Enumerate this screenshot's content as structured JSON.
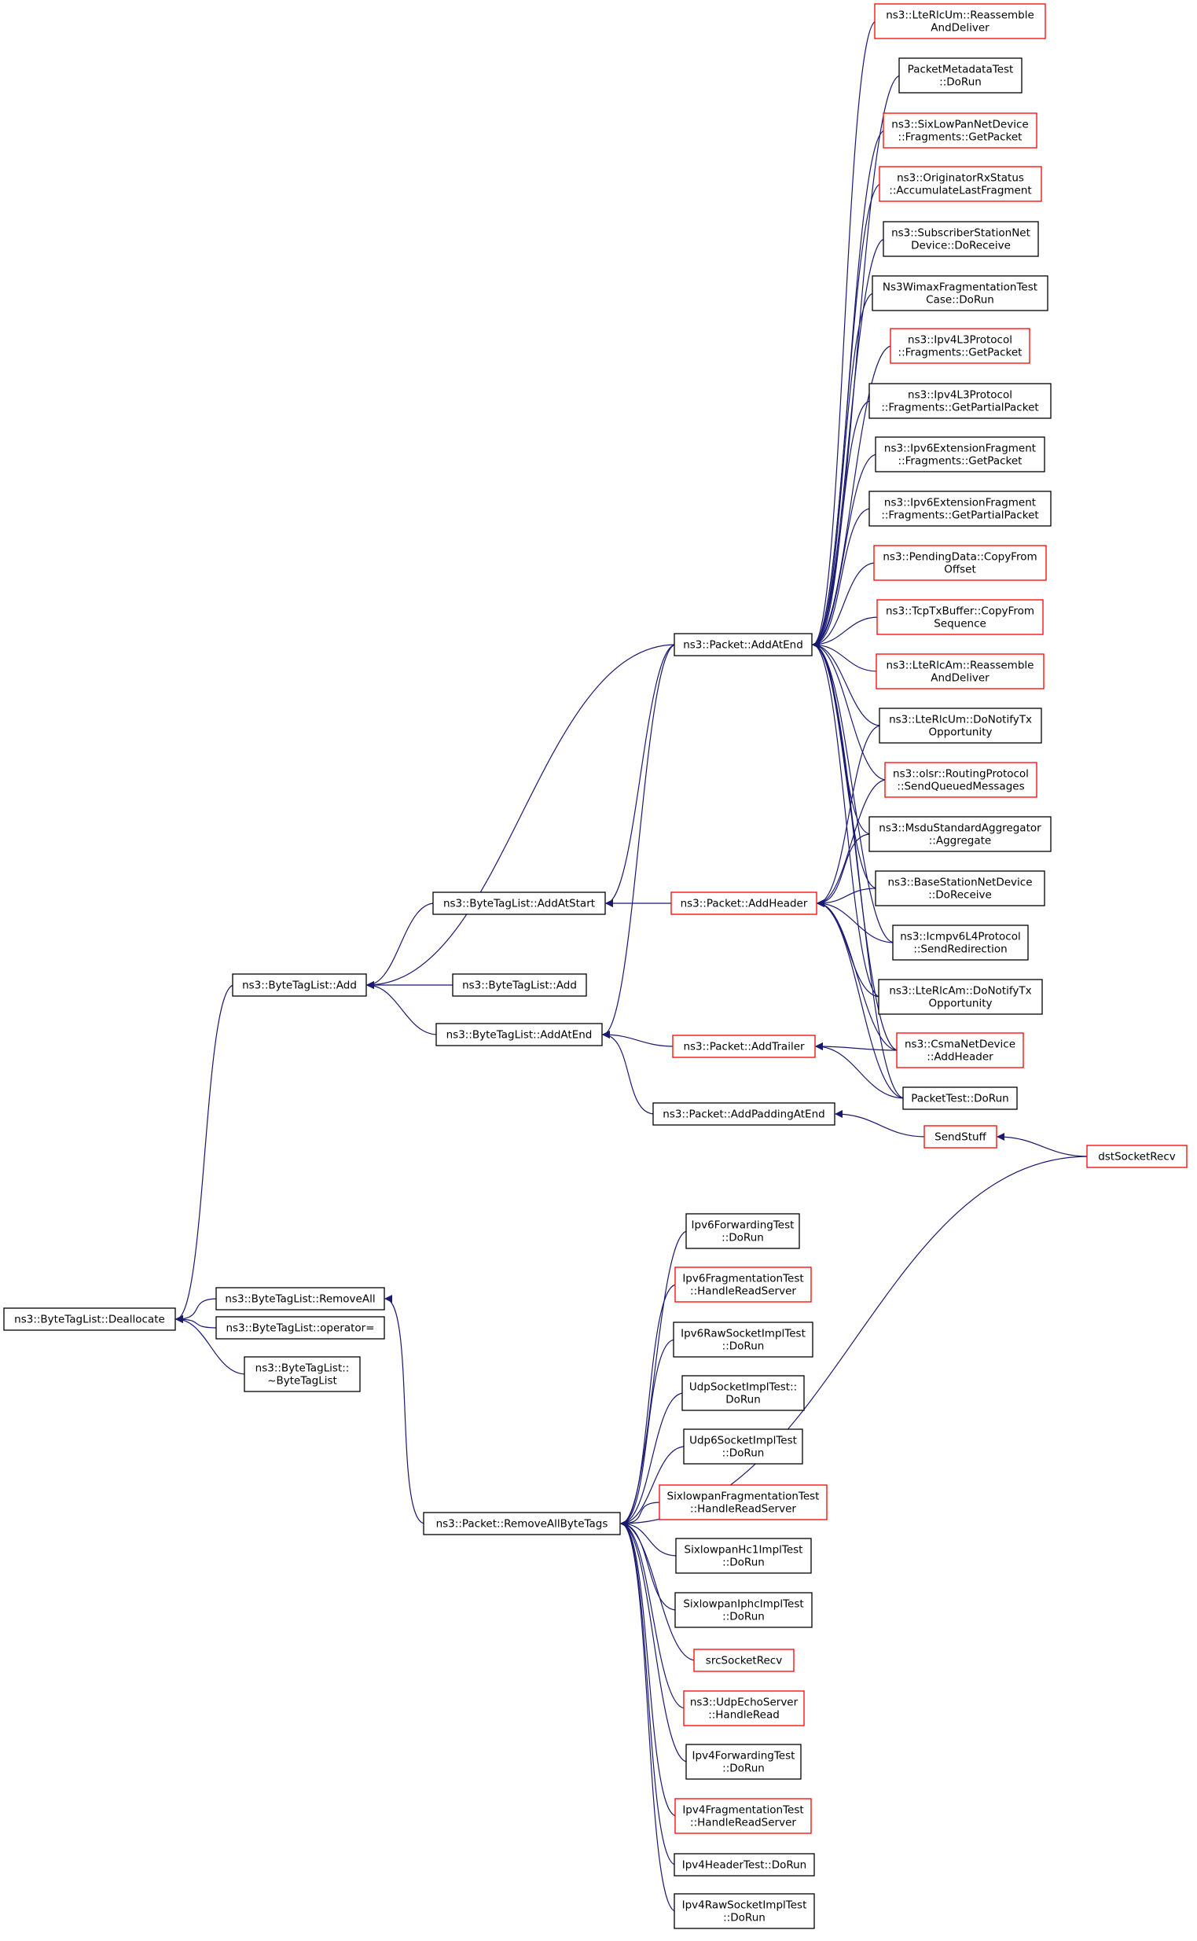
{
  "colors": {
    "edge": "#191970",
    "border_normal": "#000000",
    "border_truncated": "#ff0000",
    "root_fill": "#bfbfbf"
  },
  "nodes": {
    "root": {
      "lines": [
        "ns3::ByteTagList::Deallocate"
      ],
      "style": "root"
    },
    "btl_add": {
      "lines": [
        "ns3::ByteTagList::Add"
      ],
      "style": "normal"
    },
    "btl_removeall": {
      "lines": [
        "ns3::ByteTagList::RemoveAll"
      ],
      "style": "normal"
    },
    "btl_operator": {
      "lines": [
        "ns3::ByteTagList::operator="
      ],
      "style": "normal"
    },
    "btl_dtor": {
      "lines": [
        "ns3::ByteTagList::",
        "~ByteTagList"
      ],
      "style": "normal"
    },
    "btl_addatstart": {
      "lines": [
        "ns3::ByteTagList::AddAtStart"
      ],
      "style": "normal"
    },
    "btl_add2": {
      "lines": [
        "ns3::ByteTagList::Add"
      ],
      "style": "normal"
    },
    "btl_addatend": {
      "lines": [
        "ns3::ByteTagList::AddAtEnd"
      ],
      "style": "normal"
    },
    "pkt_removeallbytetags": {
      "lines": [
        "ns3::Packet::RemoveAllByteTags"
      ],
      "style": "normal"
    },
    "pkt_addatend": {
      "lines": [
        "ns3::Packet::AddAtEnd"
      ],
      "style": "normal"
    },
    "pkt_addheader": {
      "lines": [
        "ns3::Packet::AddHeader"
      ],
      "style": "truncated"
    },
    "pkt_addtrailer": {
      "lines": [
        "ns3::Packet::AddTrailer"
      ],
      "style": "truncated"
    },
    "pkt_addpaddingatend": {
      "lines": [
        "ns3::Packet::AddPaddingAtEnd"
      ],
      "style": "normal"
    },
    "sendstuff": {
      "lines": [
        "SendStuff"
      ],
      "style": "truncated"
    },
    "dstsocketrecv": {
      "lines": [
        "dstSocketRecv"
      ],
      "style": "truncated"
    },
    "lterlcum_reassemble": {
      "lines": [
        "ns3::LteRlcUm::Reassemble",
        "AndDeliver"
      ],
      "style": "truncated"
    },
    "packetmetadatatest": {
      "lines": [
        "PacketMetadataTest",
        "::DoRun"
      ],
      "style": "normal"
    },
    "sixlowpan_getpacket": {
      "lines": [
        "ns3::SixLowPanNetDevice",
        "::Fragments::GetPacket"
      ],
      "style": "truncated"
    },
    "originator": {
      "lines": [
        "ns3::OriginatorRxStatus",
        "::AccumulateLastFragment"
      ],
      "style": "truncated"
    },
    "subscriber": {
      "lines": [
        "ns3::SubscriberStationNet",
        "Device::DoReceive"
      ],
      "style": "normal"
    },
    "wimaxfrag": {
      "lines": [
        "Ns3WimaxFragmentationTest",
        "Case::DoRun"
      ],
      "style": "normal"
    },
    "ipv4l3_getpacket": {
      "lines": [
        "ns3::Ipv4L3Protocol",
        "::Fragments::GetPacket"
      ],
      "style": "truncated"
    },
    "ipv4l3_getpartial": {
      "lines": [
        "ns3::Ipv4L3Protocol",
        "::Fragments::GetPartialPacket"
      ],
      "style": "normal"
    },
    "ipv6ext_getpacket": {
      "lines": [
        "ns3::Ipv6ExtensionFragment",
        "::Fragments::GetPacket"
      ],
      "style": "normal"
    },
    "ipv6ext_getpartial": {
      "lines": [
        "ns3::Ipv6ExtensionFragment",
        "::Fragments::GetPartialPacket"
      ],
      "style": "normal"
    },
    "pendingdata": {
      "lines": [
        "ns3::PendingData::CopyFrom",
        "Offset"
      ],
      "style": "truncated"
    },
    "tcptxbuffer": {
      "lines": [
        "ns3::TcpTxBuffer::CopyFrom",
        "Sequence"
      ],
      "style": "truncated"
    },
    "lterlcam_reassemble": {
      "lines": [
        "ns3::LteRlcAm::Reassemble",
        "AndDeliver"
      ],
      "style": "truncated"
    },
    "lterlcum_notify": {
      "lines": [
        "ns3::LteRlcUm::DoNotifyTx",
        "Opportunity"
      ],
      "style": "normal"
    },
    "olsr": {
      "lines": [
        "ns3::olsr::RoutingProtocol",
        "::SendQueuedMessages"
      ],
      "style": "truncated"
    },
    "msdu": {
      "lines": [
        "ns3::MsduStandardAggregator",
        "::Aggregate"
      ],
      "style": "normal"
    },
    "basestation": {
      "lines": [
        "ns3::BaseStationNetDevice",
        "::DoReceive"
      ],
      "style": "normal"
    },
    "icmpv6": {
      "lines": [
        "ns3::Icmpv6L4Protocol",
        "::SendRedirection"
      ],
      "style": "normal"
    },
    "lterlcam_notify": {
      "lines": [
        "ns3::LteRlcAm::DoNotifyTx",
        "Opportunity"
      ],
      "style": "normal"
    },
    "csma": {
      "lines": [
        "ns3::CsmaNetDevice",
        "::AddHeader"
      ],
      "style": "truncated"
    },
    "packettest": {
      "lines": [
        "PacketTest::DoRun"
      ],
      "style": "normal"
    },
    "ipv6fwd": {
      "lines": [
        "Ipv6ForwardingTest",
        "::DoRun"
      ],
      "style": "normal"
    },
    "ipv6frag": {
      "lines": [
        "Ipv6FragmentationTest",
        "::HandleReadServer"
      ],
      "style": "truncated"
    },
    "ipv6raw": {
      "lines": [
        "Ipv6RawSocketImplTest",
        "::DoRun"
      ],
      "style": "normal"
    },
    "udpsocket": {
      "lines": [
        "UdpSocketImplTest::",
        "DoRun"
      ],
      "style": "normal"
    },
    "udp6socket": {
      "lines": [
        "Udp6SocketImplTest",
        "::DoRun"
      ],
      "style": "normal"
    },
    "sixlowpanfrag": {
      "lines": [
        "SixlowpanFragmentationTest",
        "::HandleReadServer"
      ],
      "style": "truncated"
    },
    "sixlowpanhc1": {
      "lines": [
        "SixlowpanHc1ImplTest",
        "::DoRun"
      ],
      "style": "normal"
    },
    "sixlowpaniphc": {
      "lines": [
        "SixlowpanIphcImplTest",
        "::DoRun"
      ],
      "style": "normal"
    },
    "srcsocketrecv": {
      "lines": [
        "srcSocketRecv"
      ],
      "style": "truncated"
    },
    "udpecho": {
      "lines": [
        "ns3::UdpEchoServer",
        "::HandleRead"
      ],
      "style": "truncated"
    },
    "ipv4fwd": {
      "lines": [
        "Ipv4ForwardingTest",
        "::DoRun"
      ],
      "style": "normal"
    },
    "ipv4frag": {
      "lines": [
        "Ipv4FragmentationTest",
        "::HandleReadServer"
      ],
      "style": "truncated"
    },
    "ipv4header": {
      "lines": [
        "Ipv4HeaderTest::DoRun"
      ],
      "style": "normal"
    },
    "ipv4raw": {
      "lines": [
        "Ipv4RawSocketImplTest",
        "::DoRun"
      ],
      "style": "normal"
    }
  },
  "edges": [
    [
      "btl_add",
      "root"
    ],
    [
      "btl_removeall",
      "root"
    ],
    [
      "btl_operator",
      "root"
    ],
    [
      "btl_dtor",
      "root"
    ],
    [
      "btl_addatstart",
      "btl_add"
    ],
    [
      "btl_add2",
      "btl_add"
    ],
    [
      "btl_addatend",
      "btl_add"
    ],
    [
      "pkt_addatend",
      "btl_add"
    ],
    [
      "pkt_removeallbytetags",
      "btl_removeall"
    ],
    [
      "pkt_addatend",
      "btl_addatstart"
    ],
    [
      "pkt_addheader",
      "btl_addatstart"
    ],
    [
      "pkt_addatend",
      "btl_addatend"
    ],
    [
      "pkt_addtrailer",
      "btl_addatend"
    ],
    [
      "pkt_addpaddingatend",
      "btl_addatend"
    ],
    [
      "sendstuff",
      "pkt_addpaddingatend"
    ],
    [
      "dstsocketrecv",
      "sendstuff"
    ],
    [
      "csma",
      "pkt_addtrailer"
    ],
    [
      "packettest",
      "pkt_addtrailer"
    ],
    [
      "lterlcum_notify",
      "pkt_addheader"
    ],
    [
      "olsr",
      "pkt_addheader"
    ],
    [
      "msdu",
      "pkt_addheader"
    ],
    [
      "basestation",
      "pkt_addheader"
    ],
    [
      "icmpv6",
      "pkt_addheader"
    ],
    [
      "lterlcam_notify",
      "pkt_addheader"
    ],
    [
      "csma",
      "pkt_addheader"
    ],
    [
      "packettest",
      "pkt_addheader"
    ],
    [
      "lterlcum_reassemble",
      "pkt_addatend"
    ],
    [
      "packetmetadatatest",
      "pkt_addatend"
    ],
    [
      "sixlowpan_getpacket",
      "pkt_addatend"
    ],
    [
      "originator",
      "pkt_addatend"
    ],
    [
      "subscriber",
      "pkt_addatend"
    ],
    [
      "wimaxfrag",
      "pkt_addatend"
    ],
    [
      "ipv4l3_getpacket",
      "pkt_addatend"
    ],
    [
      "ipv4l3_getpartial",
      "pkt_addatend"
    ],
    [
      "ipv6ext_getpacket",
      "pkt_addatend"
    ],
    [
      "ipv6ext_getpartial",
      "pkt_addatend"
    ],
    [
      "pendingdata",
      "pkt_addatend"
    ],
    [
      "tcptxbuffer",
      "pkt_addatend"
    ],
    [
      "lterlcam_reassemble",
      "pkt_addatend"
    ],
    [
      "lterlcum_notify",
      "pkt_addatend"
    ],
    [
      "olsr",
      "pkt_addatend"
    ],
    [
      "msdu",
      "pkt_addatend"
    ],
    [
      "basestation",
      "pkt_addatend"
    ],
    [
      "icmpv6",
      "pkt_addatend"
    ],
    [
      "lterlcam_notify",
      "pkt_addatend"
    ],
    [
      "csma",
      "pkt_addatend"
    ],
    [
      "packettest",
      "pkt_addatend"
    ],
    [
      "dstsocketrecv",
      "pkt_removeallbytetags"
    ],
    [
      "ipv6fwd",
      "pkt_removeallbytetags"
    ],
    [
      "ipv6frag",
      "pkt_removeallbytetags"
    ],
    [
      "ipv6raw",
      "pkt_removeallbytetags"
    ],
    [
      "udpsocket",
      "pkt_removeallbytetags"
    ],
    [
      "udp6socket",
      "pkt_removeallbytetags"
    ],
    [
      "sixlowpanfrag",
      "pkt_removeallbytetags"
    ],
    [
      "sixlowpanhc1",
      "pkt_removeallbytetags"
    ],
    [
      "sixlowpaniphc",
      "pkt_removeallbytetags"
    ],
    [
      "srcsocketrecv",
      "pkt_removeallbytetags"
    ],
    [
      "udpecho",
      "pkt_removeallbytetags"
    ],
    [
      "ipv4fwd",
      "pkt_removeallbytetags"
    ],
    [
      "ipv4frag",
      "pkt_removeallbytetags"
    ],
    [
      "ipv4header",
      "pkt_removeallbytetags"
    ],
    [
      "ipv4raw",
      "pkt_removeallbytetags"
    ]
  ]
}
